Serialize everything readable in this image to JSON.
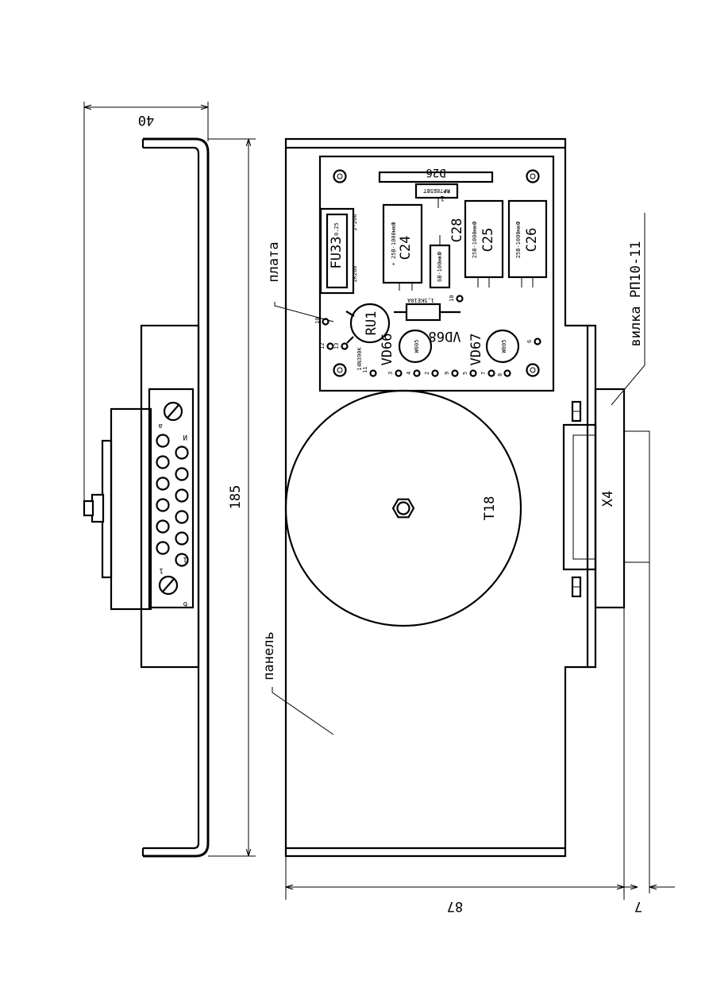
{
  "dimensions": {
    "width_top": "40",
    "height_side": "185",
    "width_bottom": "87",
    "offset_bottom": "7"
  },
  "callouts": {
    "board": "плата",
    "panel": "панель",
    "plug": "вилка РП10-11"
  },
  "labels": {
    "transformer": "T18",
    "connector": "X4",
    "chip": "D26",
    "regulator": "КР78Б5ВТ",
    "fuse": "FU33",
    "fuse_rating": "0.25",
    "varistor": "RU1",
    "c24": "C24",
    "c24_value": "+ 25В-1000мкФ",
    "c28": "C28",
    "c28_value": "6В-100мкФ",
    "c25": "C25",
    "c25_value": "25В-1000мкФ",
    "c26": "C26",
    "c26_value": "25В-1000мкФ",
    "vd66": "VD66",
    "vd67": "VD67",
    "vd68": "VD68",
    "vd68_value": "1,5КЕ10А",
    "bridge_66": "W005",
    "bridge_67": "W005",
    "varistor_value": "14N390K",
    "diode_top": "2-266",
    "diode_bottom": "2К266",
    "pin_numbers": [
      "1",
      "2",
      "3",
      "4",
      "5",
      "6",
      "7",
      "8",
      "9",
      "10",
      "11",
      "12",
      "13"
    ],
    "connector_marks": {
      "a": "а",
      "b": "б",
      "i": "И",
      "one": "1"
    }
  }
}
